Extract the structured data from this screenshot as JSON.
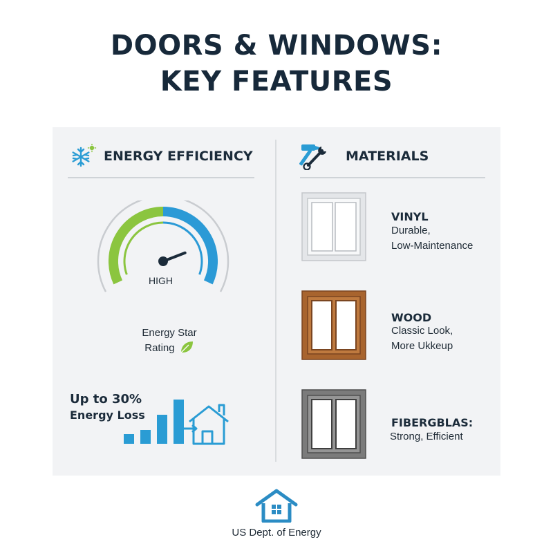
{
  "title": {
    "line1": "DOORS & WINDOWS:",
    "line2": "KEY FEATURES"
  },
  "energy": {
    "heading": "ENERGY EFFICIENCY",
    "icon": "snowflake-sun-icon",
    "gauge": {
      "label": "HIGH",
      "level": 0.8,
      "colors": {
        "low": "#8bc53f",
        "high": "#2b9ad6",
        "track": "#c9ccd0"
      }
    },
    "rating_line1": "Energy Star",
    "rating_line2": "Rating",
    "rating_icon": "leaf-icon",
    "loss_line1": "Up to 30%",
    "loss_line2": "Energy Loss",
    "loss_icon": "house-heat-icon",
    "bar_color": "#2a9cd4"
  },
  "materials": {
    "heading": "MATERIALS",
    "icon": "hammer-wrench-icon",
    "items": [
      {
        "name": "VINYL",
        "desc_line1": "Durable,",
        "desc_line2": "Low-Maintenance",
        "frame_color": "#ebecee"
      },
      {
        "name": "WOOD",
        "desc_line1": "Classic Look,",
        "desc_line2": "More Ukkeup",
        "frame_color": "#a8642e"
      },
      {
        "name": "FIBERGBLAS:",
        "desc_line1": "Strong, Efficient",
        "desc_line2": "",
        "frame_color": "#6e6e6e"
      }
    ]
  },
  "footer": {
    "icon": "house-logo-icon",
    "text": "US Dept. of Energy",
    "color": "#2b8cc4"
  }
}
